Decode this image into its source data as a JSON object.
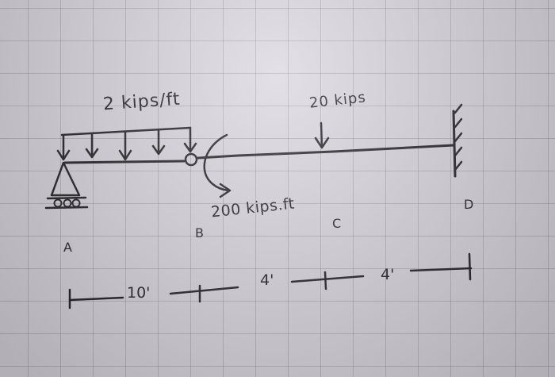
{
  "labels": {
    "distributed_load": "2 kips/ft",
    "point_load": "20 kips",
    "moment": "200 kips.ft",
    "point_a": "A",
    "point_b": "B",
    "point_c": "C",
    "point_d": "D"
  },
  "dimensions": {
    "ab": "10'",
    "bc": "4'",
    "cd": "4'"
  },
  "colors": {
    "paper": "#d9d6de",
    "grid": "#8a8a94",
    "ink": "#1c1c22"
  }
}
